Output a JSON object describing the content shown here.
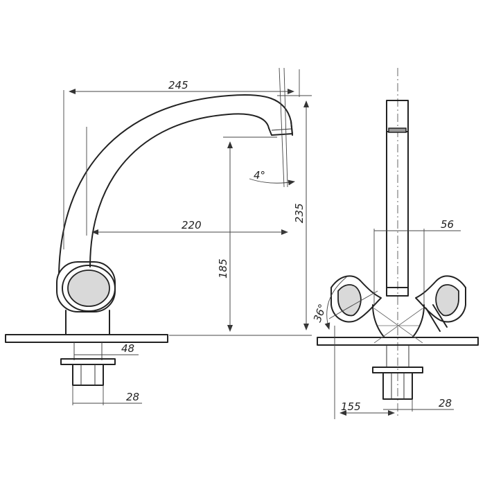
{
  "drawing": {
    "side_view": {
      "dim_spout_reach": "245",
      "dim_spout_to_body": "220",
      "dim_outlet_height": "185",
      "dim_total_height": "235",
      "dim_spout_tilt": "4°",
      "dim_shank_width": "48",
      "dim_nut_width": "28"
    },
    "front_view": {
      "dim_handle_spacing": "56",
      "dim_handle_angle": "36°",
      "dim_overall_width": "155",
      "dim_nut_width": "28"
    }
  }
}
